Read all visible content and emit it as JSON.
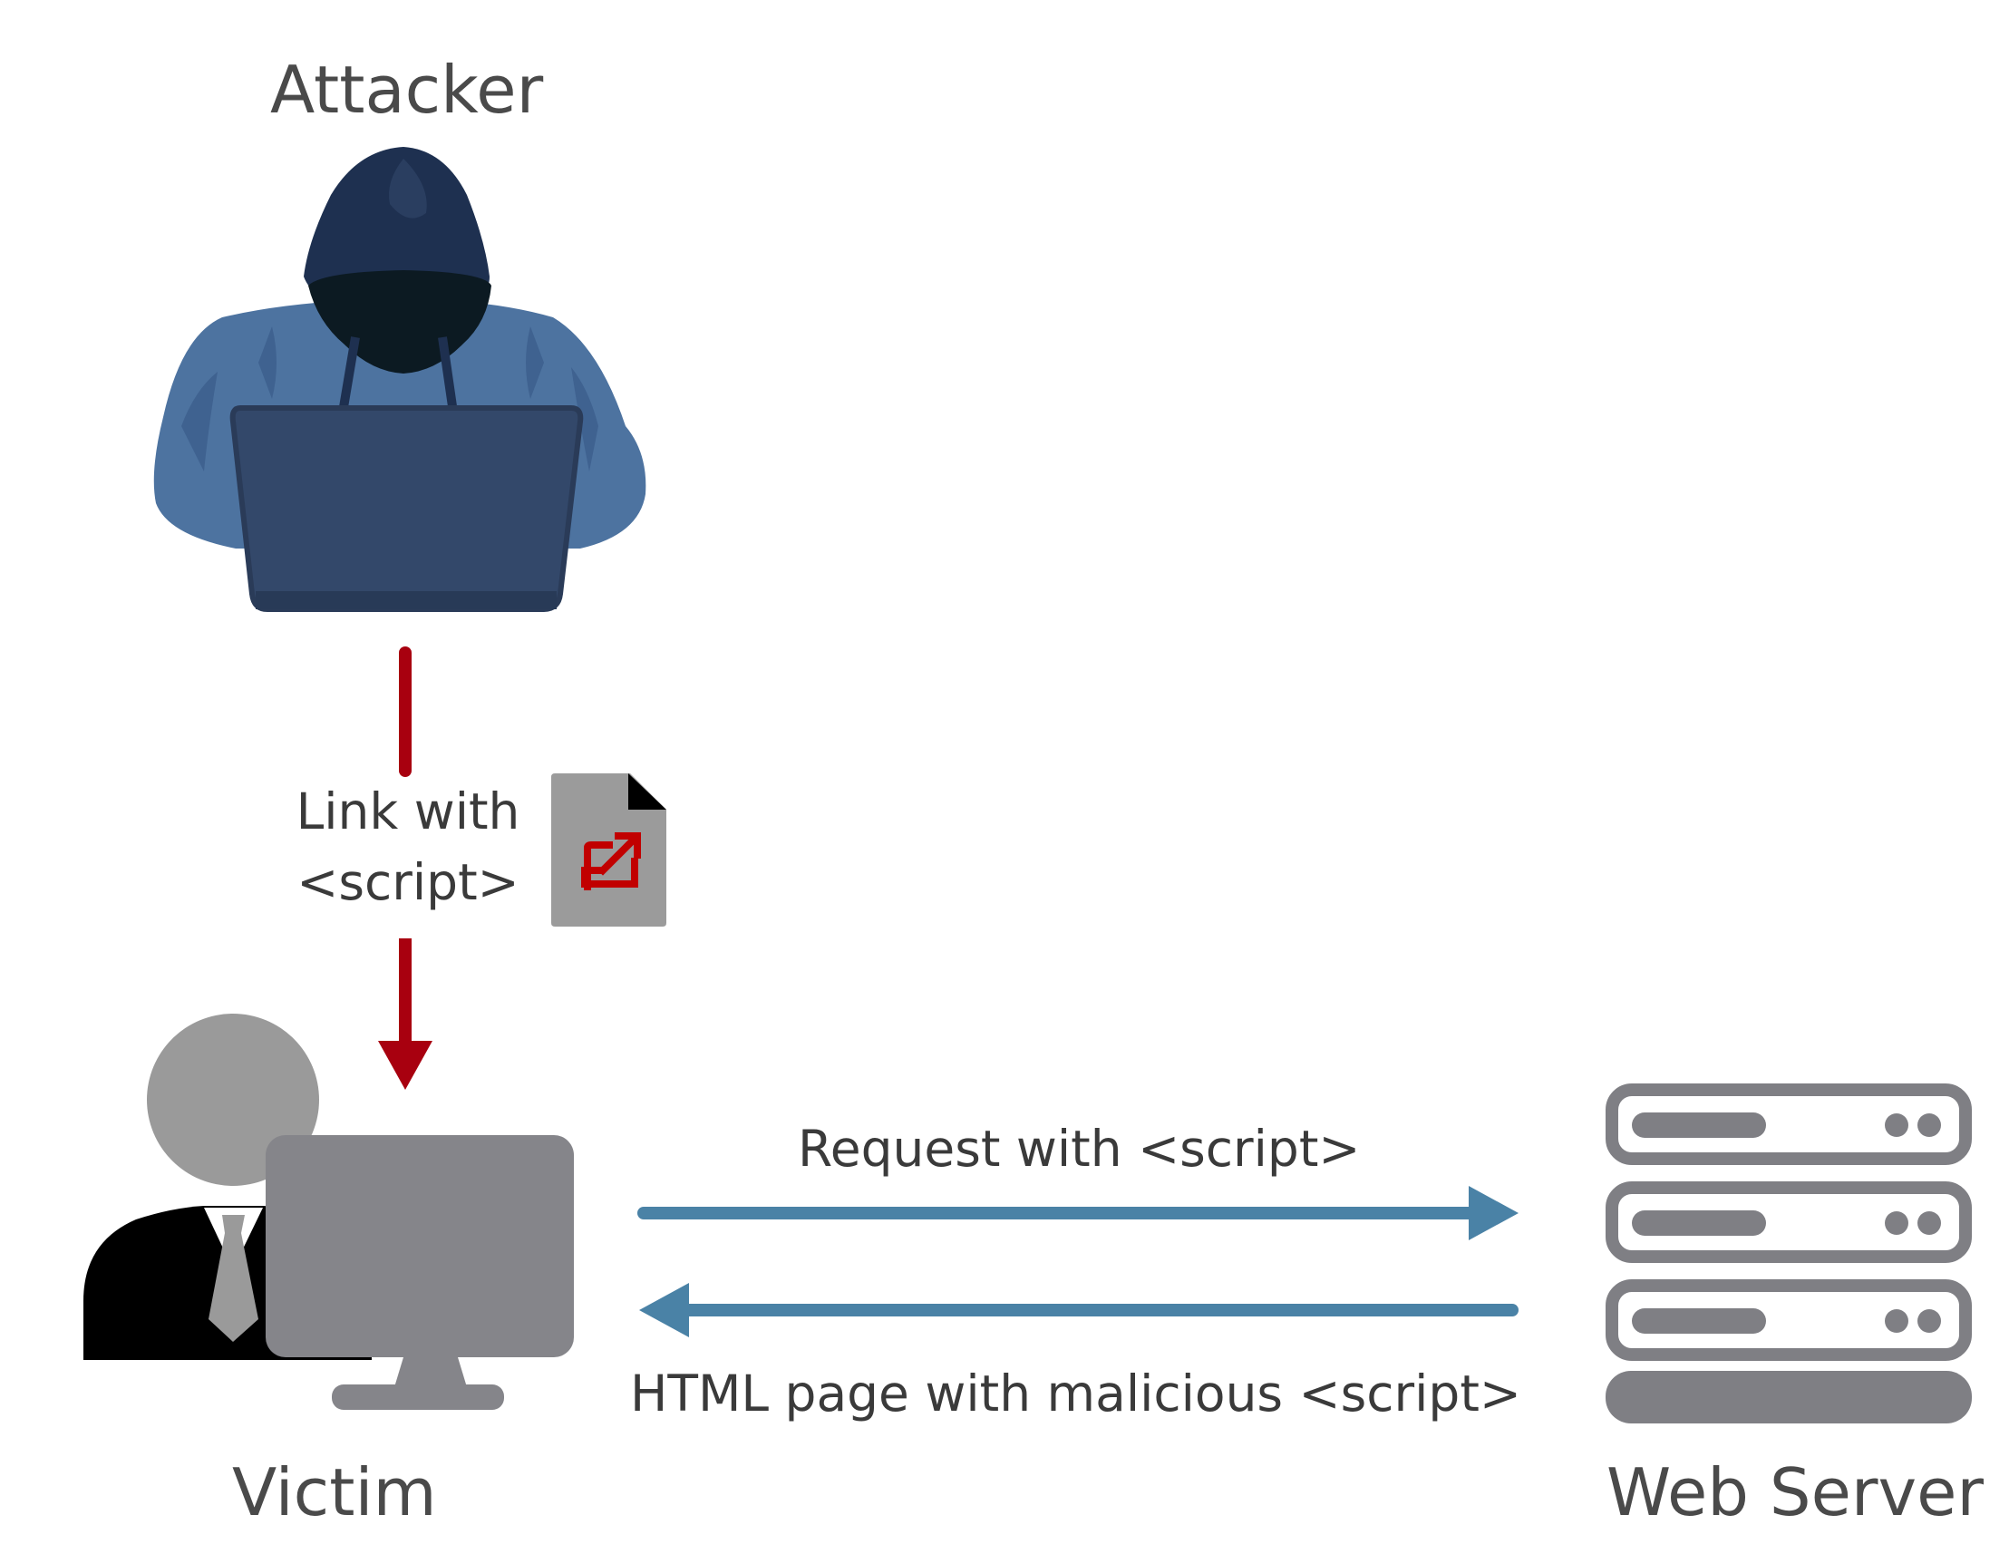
{
  "actors": {
    "attacker": {
      "label": "Attacker",
      "icon": "hooded-hacker-laptop-icon"
    },
    "victim": {
      "label": "Victim",
      "icon": "user-at-computer-icon"
    },
    "server": {
      "label": "Web Server",
      "icon": "server-rack-icon"
    }
  },
  "flows": {
    "link": {
      "line1": "Link with",
      "line2": "<script>",
      "icon": "document-external-link-icon",
      "color": "#a8000f"
    },
    "request": {
      "label": "Request with <script>",
      "color": "#4a82a6"
    },
    "response": {
      "label": "HTML page with malicious <script>",
      "color": "#4a82a6"
    }
  },
  "colors": {
    "hood_dark": "#1e3050",
    "jacket_blue": "#4d73a0",
    "laptop": "#33486a",
    "face_shadow": "#0c1a22",
    "victim_gray": "#9a9a9a",
    "monitor_gray": "#85858a",
    "suit_black": "#000000",
    "server_gray": "#7f7f84"
  }
}
